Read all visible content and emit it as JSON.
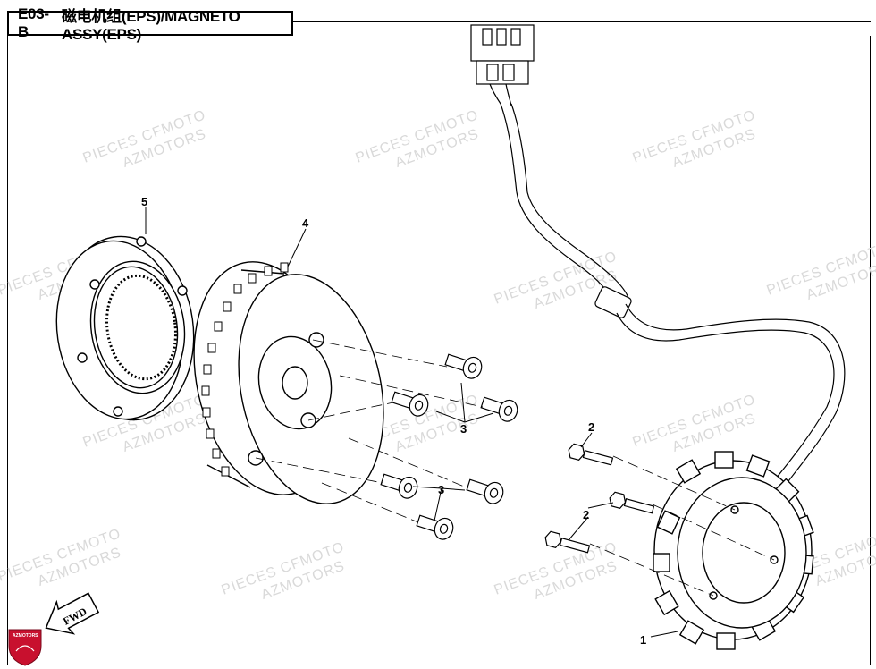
{
  "title": {
    "code": "E03-B",
    "text": "磁电机组(EPS)/MAGNETO ASSY(EPS)"
  },
  "watermark": {
    "line1": "PIECES CFMOTO",
    "line2": "AZMOTORS"
  },
  "callouts": {
    "stator": "1",
    "bolt_a": "2",
    "bolt_b": "2",
    "screw_a": "3",
    "screw_b": "3",
    "flywheel": "4",
    "clutch": "5"
  },
  "fwd_label": "FWD",
  "logo_text": "AZMOTORS",
  "colors": {
    "line": "#000000",
    "watermark": "#d9d9d9",
    "logo": "#c8102e"
  }
}
